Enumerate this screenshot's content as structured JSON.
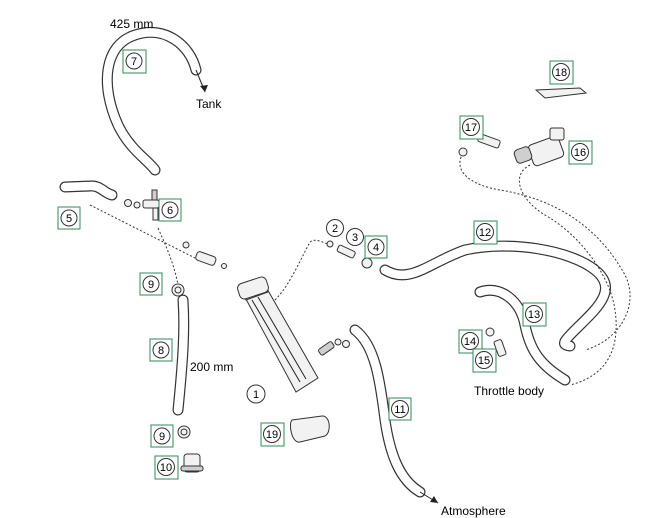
{
  "labels": {
    "length_top": "425 mm",
    "tank": "Tank",
    "length_mid": "200 mm",
    "throttle_body": "Throttle body",
    "atmosphere": "Atmosphere"
  },
  "callouts": {
    "p1": "1",
    "p2": "2",
    "p3": "3",
    "p4": "4",
    "p5": "5",
    "p6": "6",
    "p7": "7",
    "p8": "8",
    "p9a": "9",
    "p9b": "9",
    "p10": "10",
    "p11": "11",
    "p12": "12",
    "p13": "13",
    "p14": "14",
    "p15": "15",
    "p16": "16",
    "p17": "17",
    "p18": "18",
    "p19": "19"
  },
  "colors": {
    "callout_box": "#2e8b57",
    "line": "#333333"
  }
}
